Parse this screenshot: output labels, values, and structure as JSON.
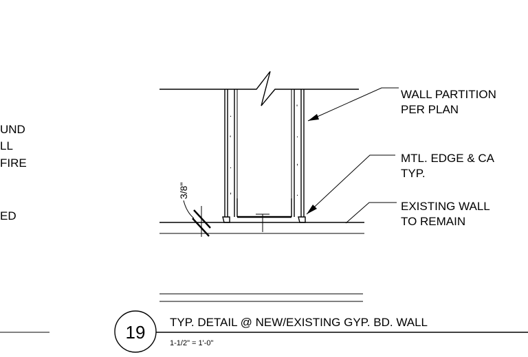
{
  "left_fragment": {
    "lines": [
      "UND",
      "LL",
      "FIRE",
      "ED"
    ]
  },
  "callouts": {
    "wall_partition": [
      "WALL PARTITION",
      "PER PLAN"
    ],
    "edge_cap": [
      "MTL. EDGE & CA",
      "TYP."
    ],
    "existing_wall": [
      "EXISTING WALL",
      "TO REMAIN"
    ]
  },
  "dimension": {
    "gap": "3/8\""
  },
  "title_block": {
    "detail_number": "19",
    "title": "TYP. DETAIL @ NEW/EXISTING GYP. BD. WALL",
    "scale": "1-1/2\" = 1'-0\""
  }
}
